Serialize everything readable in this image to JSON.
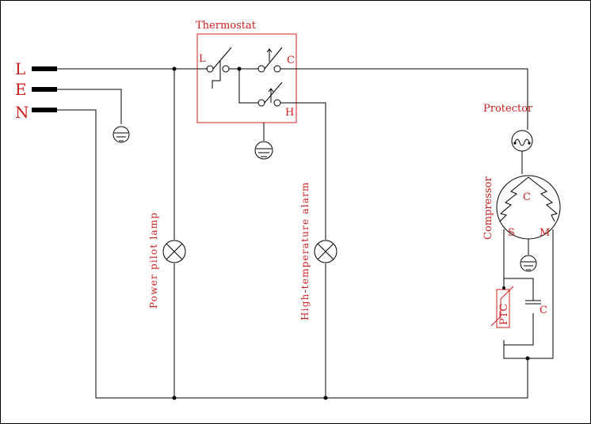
{
  "terminals": {
    "l": "L",
    "e": "E",
    "n": "N"
  },
  "thermostat": {
    "title": "Thermostat",
    "pin_l": "L",
    "pin_c": "C",
    "pin_h": "H"
  },
  "protector": {
    "label": "Protector"
  },
  "compressor": {
    "label": "Compressor",
    "pin_c": "C",
    "pin_s": "S",
    "pin_m": "M"
  },
  "lamps": {
    "power": "Power pilot lamp",
    "alarm": "High-temperature alarm"
  },
  "ptc": {
    "label": "PTC"
  },
  "capacitor": {
    "label": "C"
  },
  "colors": {
    "text": "#cc1f1f",
    "wire": "#000000"
  }
}
